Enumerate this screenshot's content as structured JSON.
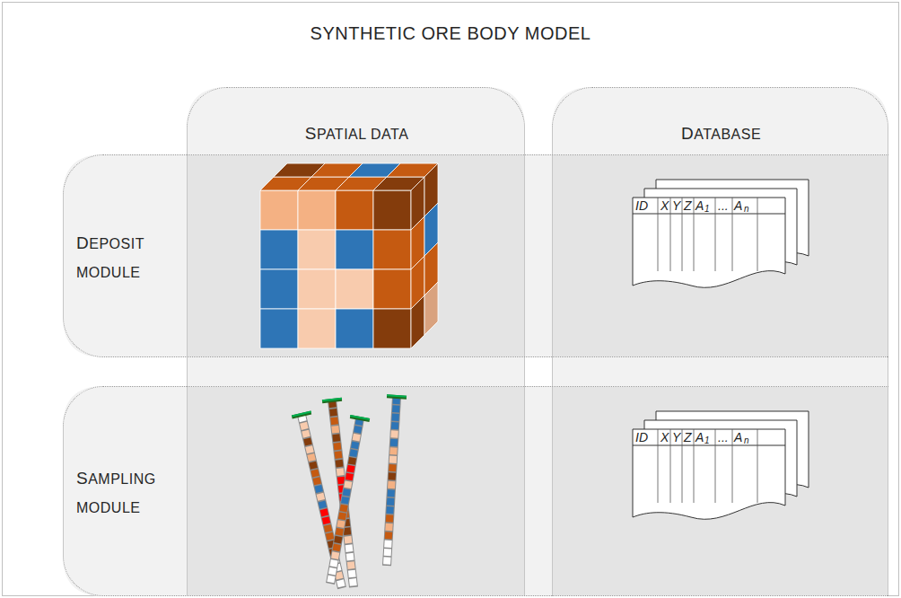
{
  "diagram": {
    "title": "SYNTHETIC ORE BODY MODEL",
    "nodes": [
      {
        "text": [
          "SPATIAL DATA"
        ]
      },
      {
        "text": [
          "DATABASE"
        ]
      },
      {
        "text": [
          "DEPOSIT MODULE"
        ]
      },
      {
        "text": [
          "SAMPLING MODULE"
        ]
      }
    ],
    "labels": [
      "ID",
      "X",
      "Y",
      "Z",
      "A",
      "1",
      "...",
      "A",
      "n",
      "ID",
      "X",
      "Y",
      "Z",
      "A",
      "1",
      "...",
      "A",
      "n"
    ]
  }
}
